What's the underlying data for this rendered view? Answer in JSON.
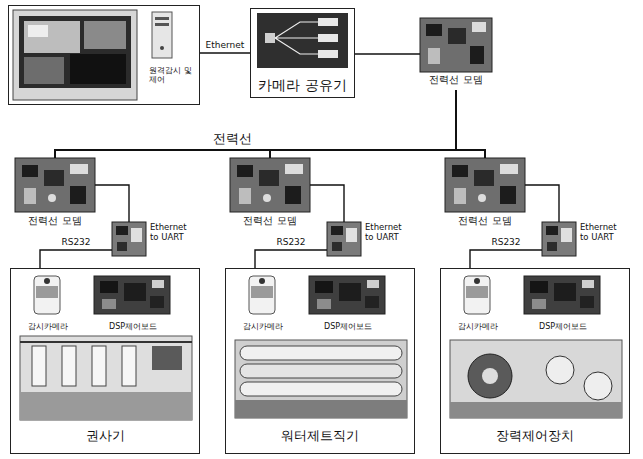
{
  "diagram": {
    "nodes": [
      {
        "text": [
          "원격감시 및 제어"
        ]
      },
      {
        "text": [
          "카메라 공유기"
        ]
      },
      {
        "text": [
          "전력선 모뎀"
        ]
      },
      {
        "text": [
          "전력선 모뎀"
        ]
      },
      {
        "text": [
          "Ethernet to UART"
        ]
      },
      {
        "text": [
          "권사기"
        ]
      },
      {
        "text": [
          "감시카메라"
        ],
        "in": 5
      },
      {
        "text": [
          "DSP제어보드"
        ],
        "in": 5
      },
      {
        "text": [
          "전력선 모뎀"
        ]
      },
      {
        "text": [
          "Ethernet to UART"
        ]
      },
      {
        "text": [
          "워터제트직기"
        ]
      },
      {
        "text": [
          "감시카메라"
        ],
        "in": 10
      },
      {
        "text": [
          "DSP제어보드"
        ],
        "in": 10
      },
      {
        "text": [
          "전력선 모뎀"
        ]
      },
      {
        "text": [
          "Ethernet to UART"
        ]
      },
      {
        "text": [
          "장력제어장치"
        ]
      },
      {
        "text": [
          "감시카메라"
        ],
        "in": 15
      },
      {
        "text": [
          "DSP제어보드"
        ],
        "in": 15
      }
    ],
    "edges": [
      {
        "from": 0,
        "to": 1,
        "arrow": "none",
        "label": "Ethernet"
      },
      {
        "from": 1,
        "to": 2,
        "arrow": "none"
      },
      {
        "from": 2,
        "to": 3,
        "arrow": "none",
        "label": "전력선"
      },
      {
        "from": 2,
        "to": 8,
        "arrow": "none"
      },
      {
        "from": 2,
        "to": 13,
        "arrow": "none"
      },
      {
        "from": 3,
        "to": 4,
        "arrow": "none"
      },
      {
        "from": 4,
        "to": 5,
        "arrow": "none",
        "label": "RS232"
      },
      {
        "from": 8,
        "to": 9,
        "arrow": "none"
      },
      {
        "from": 9,
        "to": 10,
        "arrow": "none",
        "label": "RS232"
      },
      {
        "from": 13,
        "to": 14,
        "arrow": "none"
      },
      {
        "from": 14,
        "to": 15,
        "arrow": "none",
        "label": "RS232"
      }
    ]
  }
}
